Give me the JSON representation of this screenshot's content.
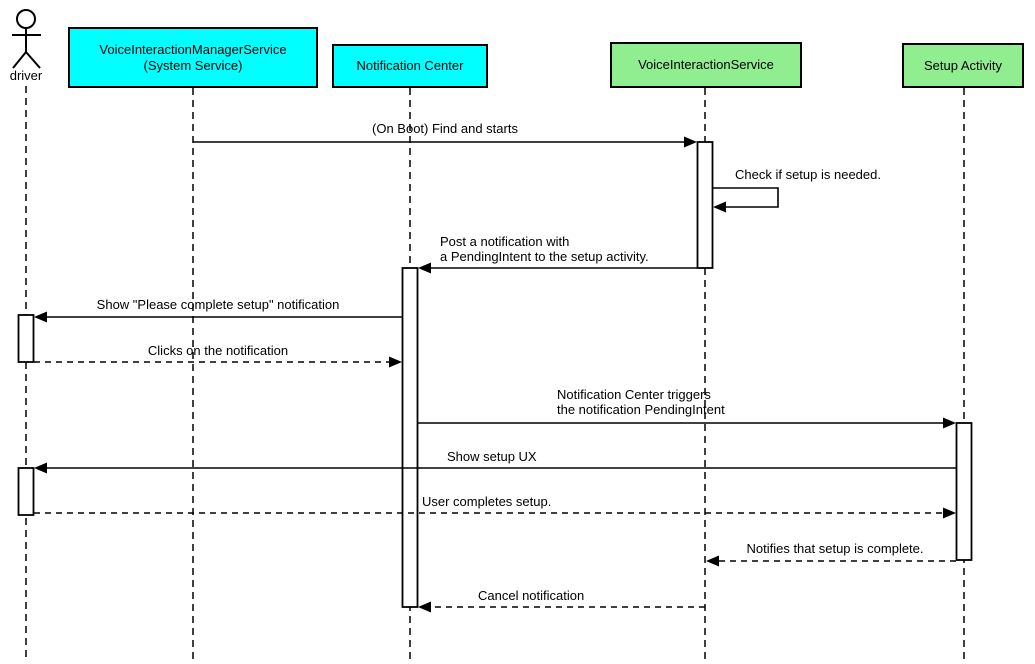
{
  "diagram": {
    "type": "uml-sequence",
    "background": "#ffffff",
    "colors": {
      "participant_cyan": "#00ffff",
      "participant_green": "#90ee90",
      "line": "#000000",
      "activation_fill": "#ffffff"
    }
  },
  "actor": {
    "label": "driver"
  },
  "participants": [
    {
      "label": "VoiceInteractionManagerService\n(System Service)",
      "color": "#00ffff"
    },
    {
      "label": "Notification Center",
      "color": "#00ffff"
    },
    {
      "label": "VoiceInteractionService",
      "color": "#90ee90"
    },
    {
      "label": "Setup Activity",
      "color": "#90ee90"
    }
  ],
  "messages": [
    {
      "from": "VoiceInteractionManagerService (System Service)",
      "to": "VoiceInteractionService",
      "style": "solid",
      "text": "(On Boot) Find and starts"
    },
    {
      "from": "VoiceInteractionService",
      "to": "VoiceInteractionService",
      "style": "self",
      "text": "Check if setup is needed."
    },
    {
      "from": "VoiceInteractionService",
      "to": "Notification Center",
      "style": "solid",
      "text": "Post a notification with\na PendingIntent to the setup activity."
    },
    {
      "from": "Notification Center",
      "to": "driver",
      "style": "solid",
      "text": "Show \"Please complete setup\" notification"
    },
    {
      "from": "driver",
      "to": "Notification Center",
      "style": "dashed",
      "text": "Clicks on the notification"
    },
    {
      "from": "Notification Center",
      "to": "Setup Activity",
      "style": "solid",
      "text": "Notification Center triggers\nthe notification PendingIntent"
    },
    {
      "from": "Setup Activity",
      "to": "driver",
      "style": "solid",
      "text": "Show setup UX"
    },
    {
      "from": "driver",
      "to": "Setup Activity",
      "style": "dashed",
      "text": "User completes setup."
    },
    {
      "from": "Setup Activity",
      "to": "VoiceInteractionService",
      "style": "dashed",
      "text": "Notifies that setup is complete."
    },
    {
      "from": "VoiceInteractionService",
      "to": "Notification Center",
      "style": "dashed",
      "text": "Cancel notification"
    }
  ]
}
